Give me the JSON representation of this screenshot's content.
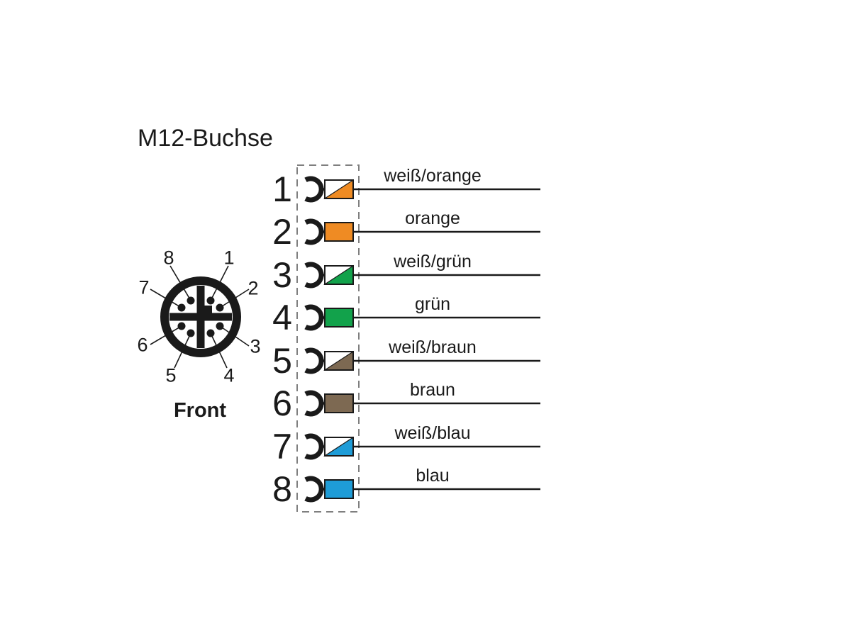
{
  "title": "M12-Buchse",
  "connector": {
    "front_label": "Front",
    "pin_labels": [
      "1",
      "2",
      "3",
      "4",
      "5",
      "6",
      "7",
      "8"
    ]
  },
  "rows": [
    {
      "pin": "1",
      "label": "weiß/orange",
      "style": "white-stripe",
      "color": "#EF8B23"
    },
    {
      "pin": "2",
      "label": "orange",
      "style": "solid",
      "color": "#EF8B23"
    },
    {
      "pin": "3",
      "label": "weiß/grün",
      "style": "white-stripe",
      "color": "#12A24B"
    },
    {
      "pin": "4",
      "label": "grün",
      "style": "solid",
      "color": "#12A24B"
    },
    {
      "pin": "5",
      "label": "weiß/braun",
      "style": "white-stripe",
      "color": "#7D6952"
    },
    {
      "pin": "6",
      "label": "braun",
      "style": "solid",
      "color": "#7D6952"
    },
    {
      "pin": "7",
      "label": "weiß/blau",
      "style": "white-stripe",
      "color": "#1E9CD7"
    },
    {
      "pin": "8",
      "label": "blau",
      "style": "solid",
      "color": "#1E9CD7"
    }
  ],
  "colors": {
    "ink": "#1a1a1a",
    "dash_border": "#7f7f7f",
    "white": "#ffffff"
  }
}
